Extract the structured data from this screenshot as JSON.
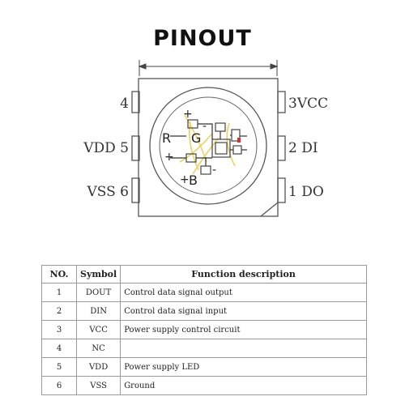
{
  "title": "PINOUT",
  "pins_left": [
    {
      "label": "4"
    },
    {
      "label": "VDD 5"
    },
    {
      "label": "VSS 6"
    }
  ],
  "pins_right": [
    {
      "label": "3VCC"
    },
    {
      "label": "2 DI"
    },
    {
      "label": "1 DO"
    }
  ],
  "led_markings": {
    "r": "R",
    "g": "G",
    "b": "B",
    "plus": "+",
    "minus": "-"
  },
  "table": {
    "headers": [
      "NO.",
      "Symbol",
      "Function description"
    ],
    "rows": [
      {
        "no": "1",
        "symbol": "DOUT",
        "desc": "Control data signal output"
      },
      {
        "no": "2",
        "symbol": "DIN",
        "desc": "Control data signal input"
      },
      {
        "no": "3",
        "symbol": "VCC",
        "desc": "Power supply control circuit"
      },
      {
        "no": "4",
        "symbol": "NC",
        "desc": ""
      },
      {
        "no": "5",
        "symbol": "VDD",
        "desc": "Power supply LED"
      },
      {
        "no": "6",
        "symbol": "VSS",
        "desc": "Ground"
      }
    ]
  }
}
